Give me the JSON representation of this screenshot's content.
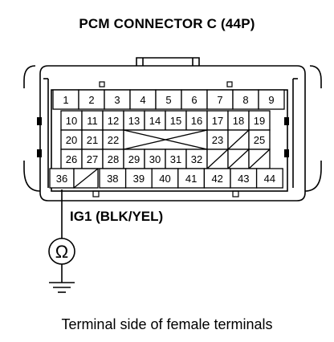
{
  "title": "PCM CONNECTOR C (44P)",
  "wire_label": "IG1 (BLK/YEL)",
  "meter_symbol": "Ω",
  "caption": "Terminal side of female terminals",
  "meter_icon": "ohmmeter-icon",
  "ground_icon": "ground-symbol-icon",
  "terminals": {
    "row1": [
      "1",
      "2",
      "3",
      "4",
      "5",
      "6",
      "7",
      "8",
      "9"
    ],
    "row2": [
      "10",
      "11",
      "12",
      "13",
      "14",
      "15",
      "16",
      "17",
      "18",
      "19"
    ],
    "row3": [
      "20",
      "21",
      "22",
      "23",
      "25"
    ],
    "row4": [
      "26",
      "27",
      "28",
      "29",
      "30",
      "31",
      "32"
    ],
    "row5": [
      "36",
      "38",
      "39",
      "40",
      "41",
      "42",
      "43",
      "44"
    ]
  },
  "highlighted_terminal": "36"
}
